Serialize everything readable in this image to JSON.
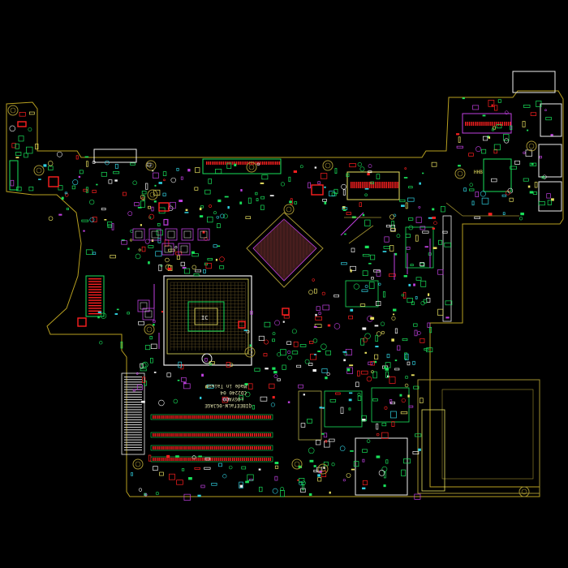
{
  "viewer": {
    "background": "#000000"
  },
  "board": {
    "outline_color": "#b8a020",
    "colors": {
      "red": "#ff2020",
      "green": "#19e05a",
      "yellow": "#e8e060",
      "magenta": "#c040e0",
      "cyan": "#30d0e0",
      "white": "#f0f0f0",
      "olive": "#a09030",
      "blue": "#5060ff"
    },
    "silkscreen": {
      "line1": "QIBEEfaLW-0GJAGE",
      "line2": "LOGYADO",
      "line3": "CD2240 04",
      "line4": "Made in Taiwan"
    },
    "cpu_label": "IC",
    "corner_label": "HHB"
  }
}
